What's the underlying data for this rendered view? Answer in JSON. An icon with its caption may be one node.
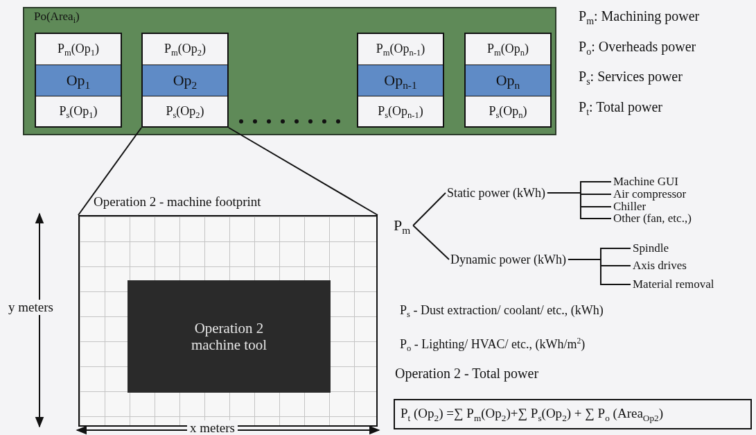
{
  "diagram": {
    "nodes": [
      {
        "text": [
          "Po(Area$_{i}$)"
        ]
      },
      {
        "text": [
          "P$_{m}$(Op$_{1}$)",
          "Op$_{1}$",
          "P$_{s}$(Op$_{1}$)"
        ],
        "in": 0
      },
      {
        "text": [
          "P$_{m}$(Op$_{2}$)",
          "Op$_{2}$",
          "P$_{s}$(Op$_{2}$)"
        ],
        "in": 0
      },
      {
        "text": [
          "P$_{m}$(Op$_{n-1}$)",
          "Op$_{n-1}$",
          "P$_{s}$(Op$_{n-1}$)"
        ],
        "in": 0
      },
      {
        "text": [
          "P$_{m}$(Op$_{n}$)",
          "Op$_{n}$",
          "P$_{s}$(Op$_{n}$)"
        ],
        "in": 0
      },
      {
        "text": [
          "Operation 2 - machine footprint"
        ]
      },
      {
        "text": [
          "Operation 2 machine tool"
        ],
        "in": 5
      },
      {
        "text": [
          "P$_{m}$"
        ]
      },
      {
        "text": [
          "Static power (kWh)"
        ]
      },
      {
        "text": [
          "Dynamic power (kWh)"
        ]
      },
      {
        "text": [
          "Machine GUI"
        ]
      },
      {
        "text": [
          "Air compressor"
        ]
      },
      {
        "text": [
          "Chiller"
        ]
      },
      {
        "text": [
          "Other (fan, etc.,)"
        ]
      },
      {
        "text": [
          "Spindle"
        ]
      },
      {
        "text": [
          "Axis drives"
        ]
      },
      {
        "text": [
          "Material removal"
        ]
      },
      {
        "text": [
          "P$_{t}$ (Op$_{2}$) =∑ P$_{m}$(Op$_{2}$)+∑ P$_{s}$(Op$_{2}$) + ∑ P$_{o}$ (Area$_{Op2}$)"
        ]
      }
    ],
    "edges": [
      {
        "from": 2,
        "to": 5,
        "arrow": "none"
      },
      {
        "from": 2,
        "to": 5,
        "arrow": "none"
      },
      {
        "from": 7,
        "to": 8,
        "arrow": "none"
      },
      {
        "from": 7,
        "to": 9,
        "arrow": "none"
      },
      {
        "from": 8,
        "to": 10,
        "arrow": "none"
      },
      {
        "from": 8,
        "to": 11,
        "arrow": "none"
      },
      {
        "from": 8,
        "to": 12,
        "arrow": "none"
      },
      {
        "from": 8,
        "to": 13,
        "arrow": "none"
      },
      {
        "from": 9,
        "to": 14,
        "arrow": "none"
      },
      {
        "from": 9,
        "to": 15,
        "arrow": "none"
      },
      {
        "from": 9,
        "to": 16,
        "arrow": "none"
      }
    ],
    "labels": [
      "P$_{m}$: Machining power",
      "P$_{o}$: Overheads power",
      "P$_{s}$: Services power",
      "P$_{t}$: Total power",
      "y meters",
      "P$_{s}$ - Dust extraction/ coolant/ etc., (kWh)",
      "P$_{o}$ - Lighting/ HVAC/ etc., (kWh/m$^{2}$)",
      "Operation 2 - Total power",
      "x meters"
    ]
  }
}
